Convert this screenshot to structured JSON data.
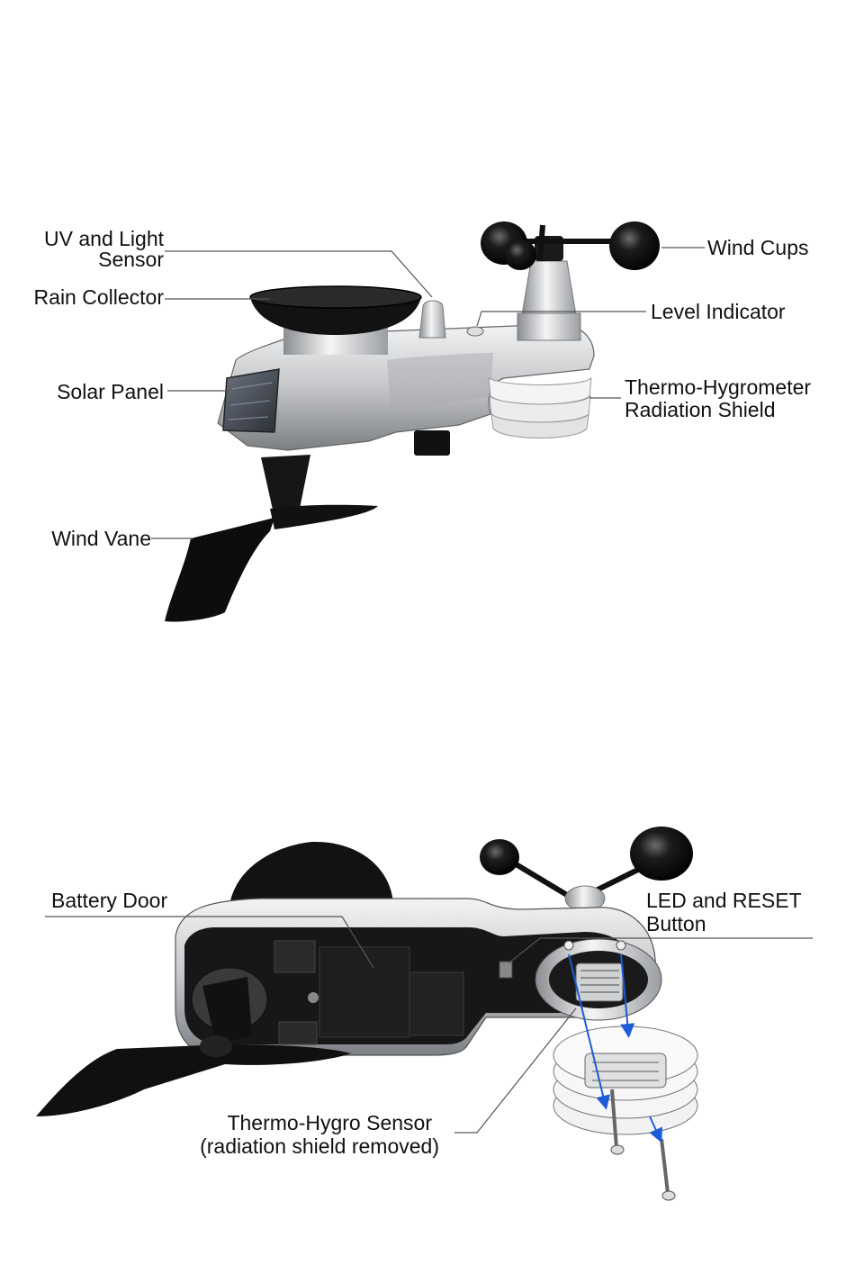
{
  "top_diagram": {
    "labels": {
      "uv_sensor_line1": "UV and Light",
      "uv_sensor_line2": "Sensor",
      "rain_collector": "Rain Collector",
      "solar_panel": "Solar Panel",
      "wind_vane": "Wind Vane",
      "wind_cups": "Wind Cups",
      "level_indicator": "Level Indicator",
      "shield_line1": "Thermo-Hygrometer",
      "shield_line2": "Radiation Shield"
    }
  },
  "bottom_diagram": {
    "labels": {
      "battery_door": "Battery Door",
      "led_reset_line1": "LED and RESET",
      "led_reset_line2": "Button",
      "th_sensor_line1": "Thermo-Hygro Sensor",
      "th_sensor_line2": "(radiation shield removed)"
    }
  },
  "colors": {
    "body_silver": "#c4c6c9",
    "dark_parts": "#151515",
    "arrow_blue": "#1f5bd6",
    "leader_line": "#555555"
  }
}
